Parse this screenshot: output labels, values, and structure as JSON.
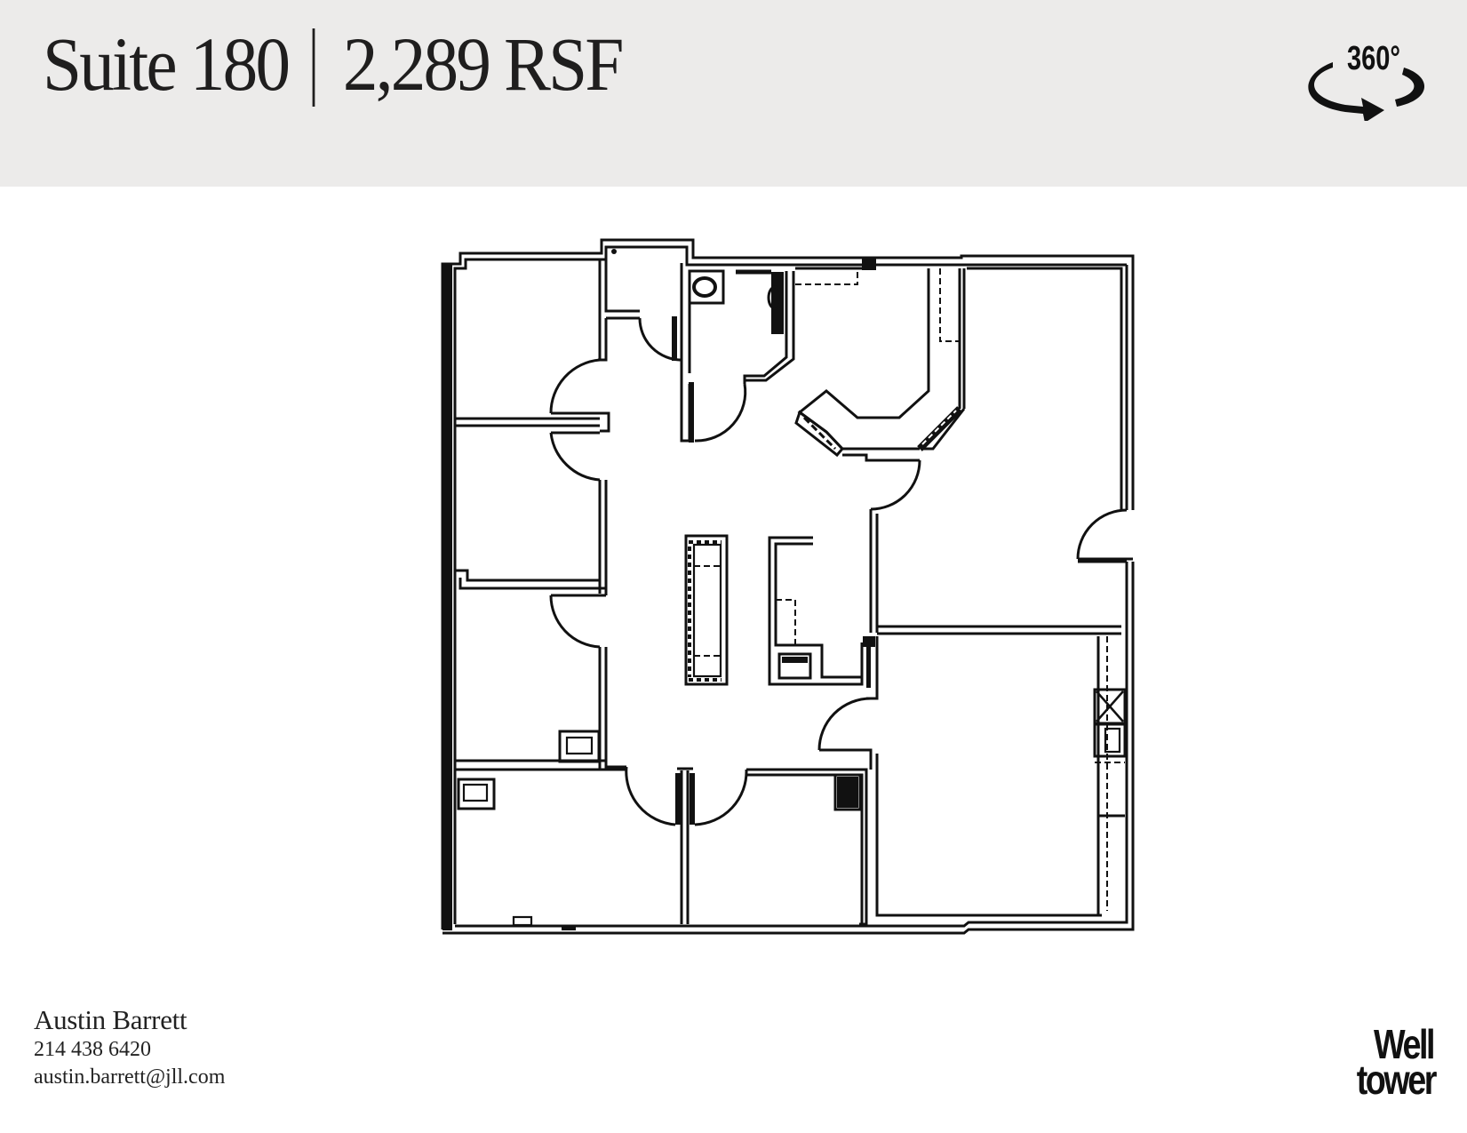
{
  "header": {
    "suite": "Suite 180",
    "area": "2,289 RSF",
    "background_color": "#ecebea"
  },
  "tour_badge": {
    "label": "360°",
    "icon": "360-rotate-icon"
  },
  "floor_plan": {
    "description": "Suite 180 floor plan line drawing",
    "icon": "floor-plan"
  },
  "contact": {
    "name": "Austin Barrett",
    "phone": "214 438 6420",
    "email": "austin.barrett@jll.com"
  },
  "logo": {
    "line1": "Well",
    "line2": "tower"
  }
}
